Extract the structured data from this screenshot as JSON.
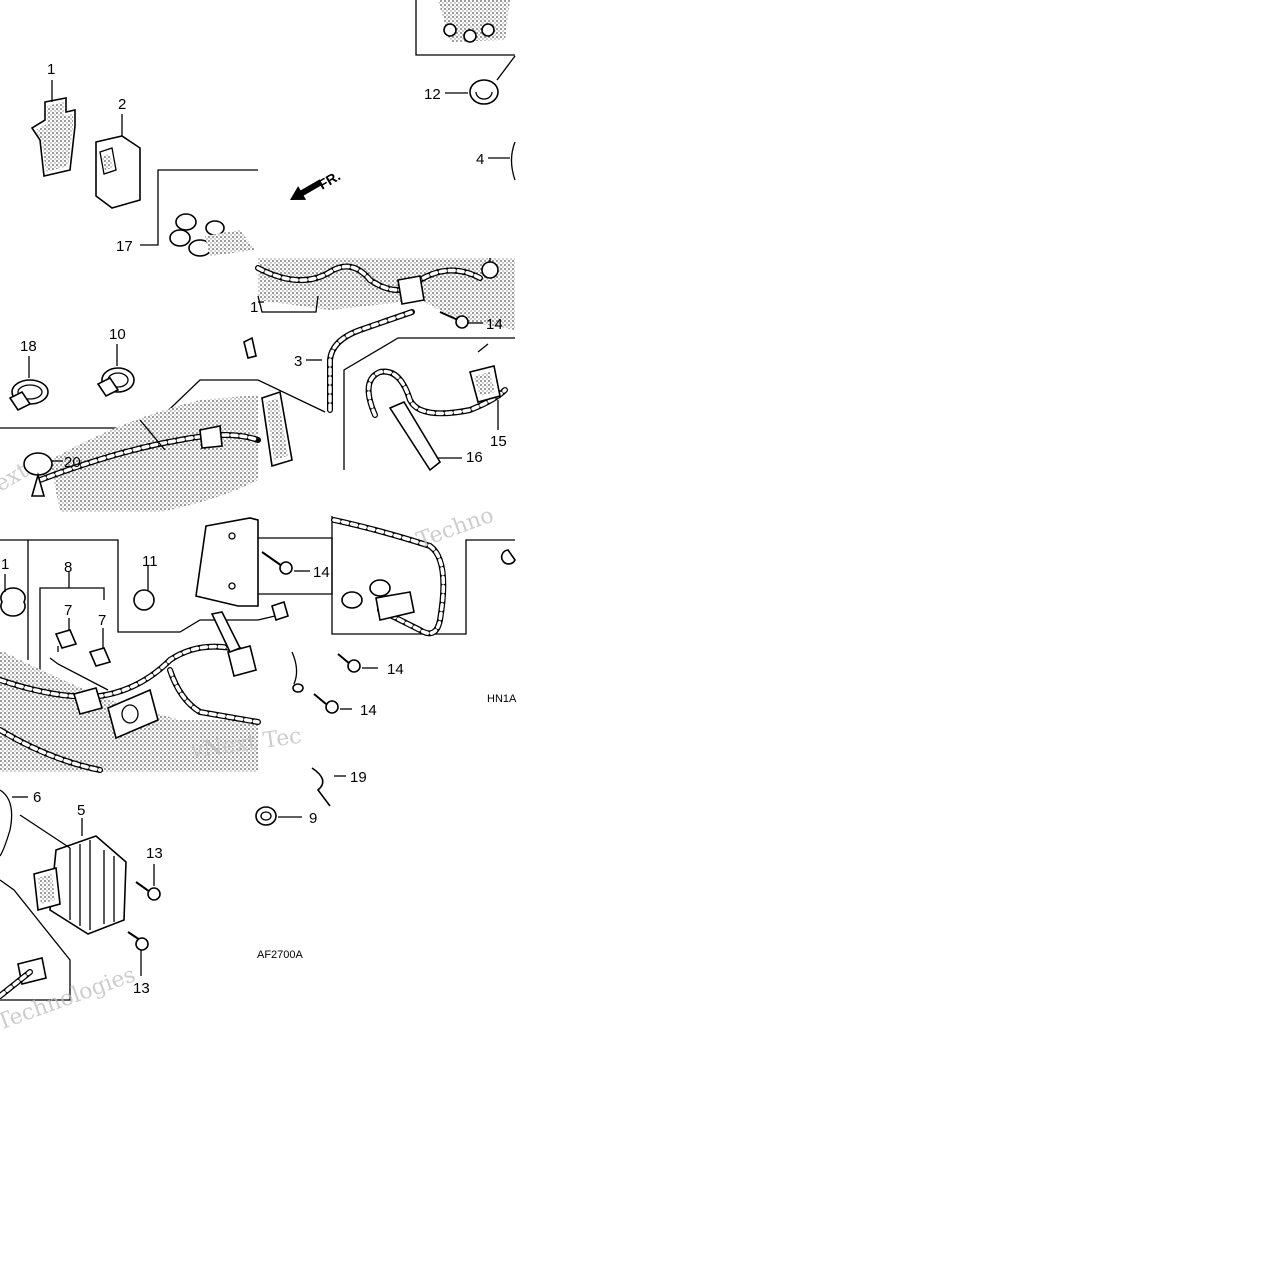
{
  "diagram": {
    "watermarks": [
      "vNext Tec",
      "Techno",
      "Technologies",
      "ext"
    ],
    "diagram_codes": [
      "HN1A",
      "AF2700A"
    ],
    "front_indicator": "FR.",
    "callouts": [
      {
        "id": "c1a",
        "label": "1"
      },
      {
        "id": "c2",
        "label": "2"
      },
      {
        "id": "c17",
        "label": "17"
      },
      {
        "id": "c12",
        "label": "12"
      },
      {
        "id": "c4",
        "label": "4"
      },
      {
        "id": "c1b",
        "label": "1"
      },
      {
        "id": "c14a",
        "label": "14"
      },
      {
        "id": "c3",
        "label": "3"
      },
      {
        "id": "c18",
        "label": "18"
      },
      {
        "id": "c10",
        "label": "10"
      },
      {
        "id": "c15",
        "label": "15"
      },
      {
        "id": "c16",
        "label": "16"
      },
      {
        "id": "c20",
        "label": "20"
      },
      {
        "id": "c1c",
        "label": "1"
      },
      {
        "id": "c8",
        "label": "8"
      },
      {
        "id": "c11",
        "label": "11"
      },
      {
        "id": "c7a",
        "label": "7"
      },
      {
        "id": "c7b",
        "label": "7"
      },
      {
        "id": "c14b",
        "label": "14"
      },
      {
        "id": "c14c",
        "label": "14"
      },
      {
        "id": "c14d",
        "label": "14"
      },
      {
        "id": "c19",
        "label": "19"
      },
      {
        "id": "c9",
        "label": "9"
      },
      {
        "id": "c6",
        "label": "6"
      },
      {
        "id": "c5",
        "label": "5"
      },
      {
        "id": "c13a",
        "label": "13"
      },
      {
        "id": "c13b",
        "label": "13"
      }
    ]
  }
}
